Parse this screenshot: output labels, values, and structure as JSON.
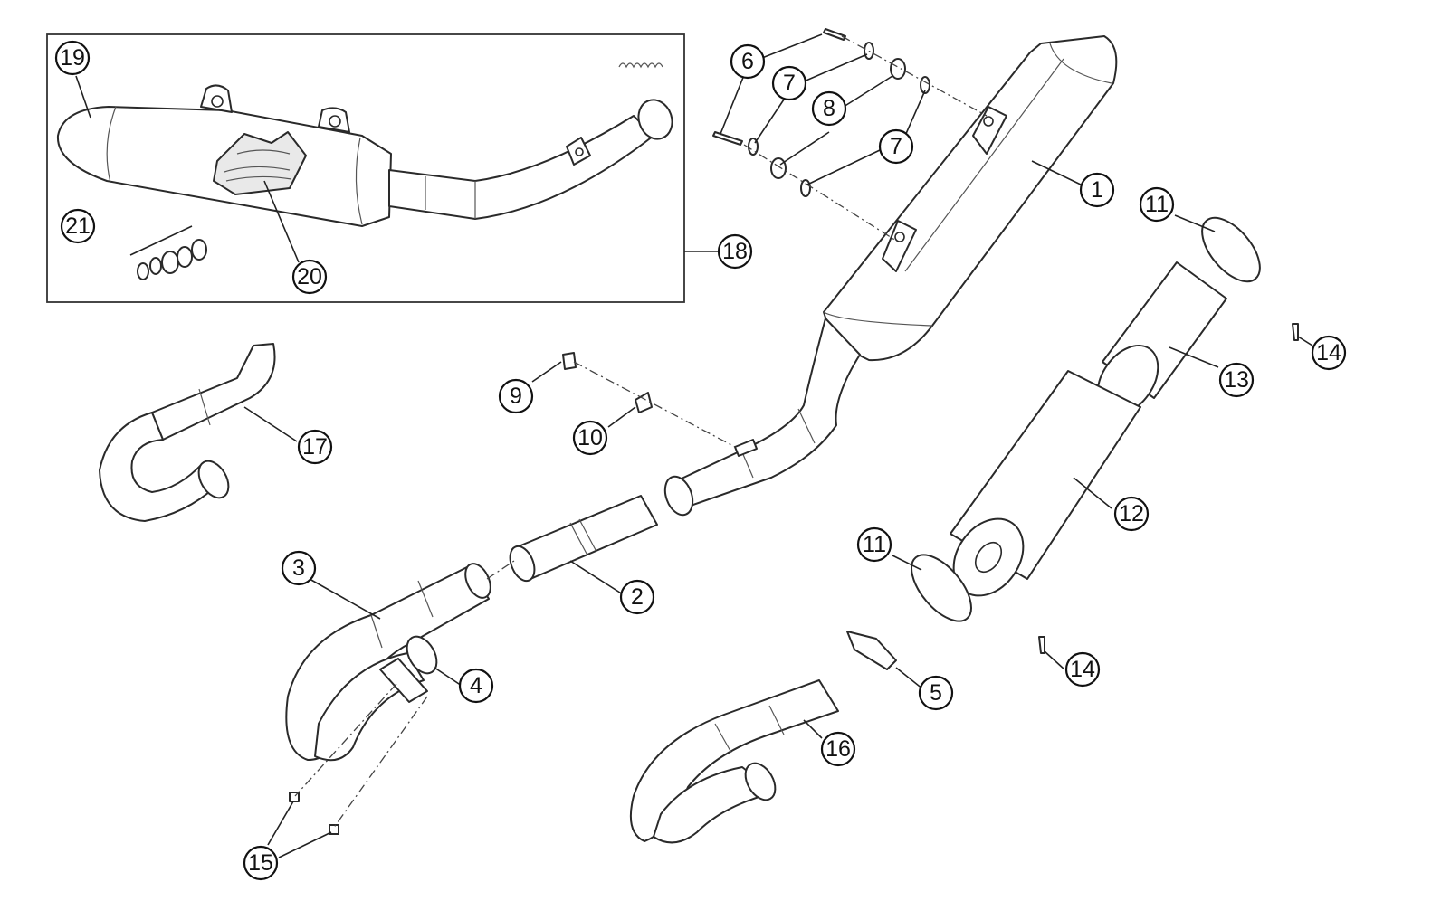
{
  "diagram": {
    "callouts": [
      {
        "id": "c1",
        "label": "1"
      },
      {
        "id": "c2",
        "label": "2"
      },
      {
        "id": "c3",
        "label": "3"
      },
      {
        "id": "c4",
        "label": "4"
      },
      {
        "id": "c5",
        "label": "5"
      },
      {
        "id": "c6",
        "label": "6"
      },
      {
        "id": "c7a",
        "label": "7"
      },
      {
        "id": "c7b",
        "label": "7"
      },
      {
        "id": "c8",
        "label": "8"
      },
      {
        "id": "c9",
        "label": "9"
      },
      {
        "id": "c10",
        "label": "10"
      },
      {
        "id": "c11a",
        "label": "11"
      },
      {
        "id": "c11b",
        "label": "11"
      },
      {
        "id": "c12",
        "label": "12"
      },
      {
        "id": "c13",
        "label": "13"
      },
      {
        "id": "c14a",
        "label": "14"
      },
      {
        "id": "c14b",
        "label": "14"
      },
      {
        "id": "c15",
        "label": "15"
      },
      {
        "id": "c16",
        "label": "16"
      },
      {
        "id": "c17",
        "label": "17"
      },
      {
        "id": "c18",
        "label": "18"
      },
      {
        "id": "c19",
        "label": "19"
      },
      {
        "id": "c20",
        "label": "20"
      },
      {
        "id": "c21",
        "label": "21"
      }
    ]
  }
}
